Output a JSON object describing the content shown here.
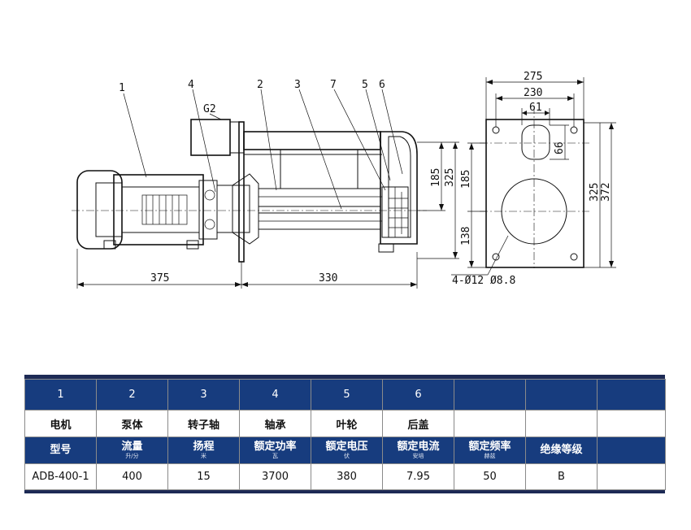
{
  "drawing": {
    "callouts": [
      "1",
      "4",
      "2",
      "3",
      "7",
      "5",
      "6"
    ],
    "port_label": "G2",
    "dimensions": {
      "motor_length": "375",
      "pump_length": "330",
      "side_185": "185",
      "side_325": "325",
      "flange_width": "275",
      "flange_inner": "230",
      "port_width": "61",
      "port_height": "66",
      "flange_185": "185",
      "flange_138": "138",
      "flange_325": "325",
      "flange_372": "372",
      "holes": "4-Ø12 Ø8.8"
    }
  },
  "table": {
    "header_numbers": [
      "1",
      "2",
      "3",
      "4",
      "5",
      "6",
      "",
      "",
      ""
    ],
    "part_names": [
      "电机",
      "泵体",
      "转子轴",
      "轴承",
      "叶轮",
      "后盖",
      "",
      "",
      ""
    ],
    "spec_headers": [
      {
        "label": "型号",
        "unit": ""
      },
      {
        "label": "流量",
        "unit": "升/分"
      },
      {
        "label": "扬程",
        "unit": "米"
      },
      {
        "label": "额定功率",
        "unit": "瓦"
      },
      {
        "label": "额定电压",
        "unit": "伏"
      },
      {
        "label": "额定电流",
        "unit": "安培"
      },
      {
        "label": "额定频率",
        "unit": "赫兹"
      },
      {
        "label": "绝缘等级",
        "unit": ""
      },
      {
        "label": "",
        "unit": ""
      }
    ],
    "spec_values": [
      "ADB-400-1",
      "400",
      "15",
      "3700",
      "380",
      "7.95",
      "50",
      "B",
      ""
    ]
  }
}
